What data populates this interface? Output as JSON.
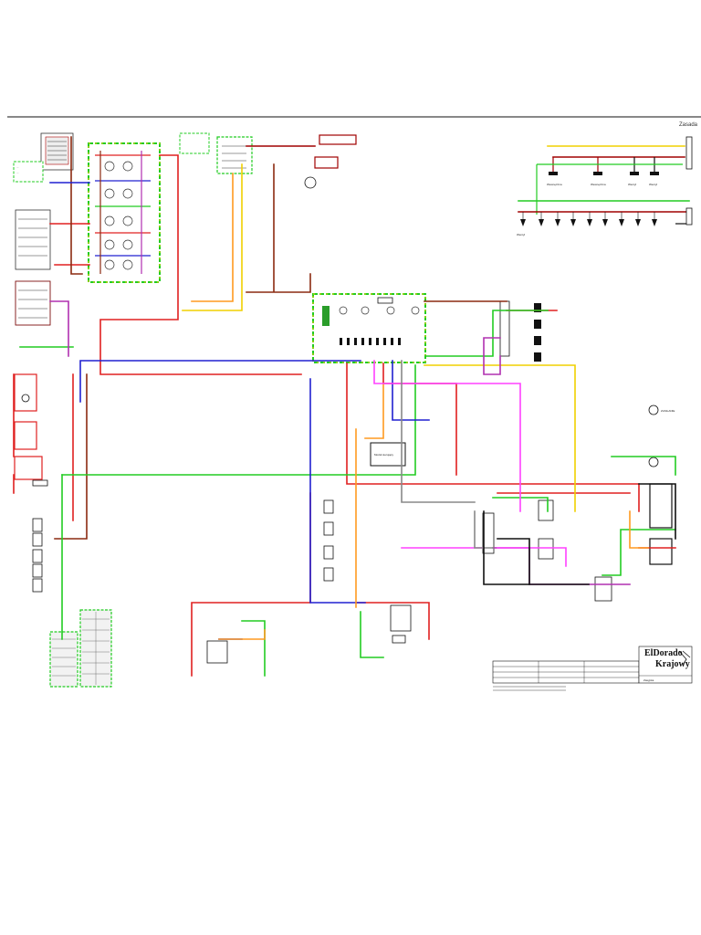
{
  "header": {
    "corner_label": "Zasada"
  },
  "title_block": {
    "brand_line1": "ElDorado",
    "brand_line2": "Krajowy",
    "drawing_name": "Zasypka"
  },
  "labels": {
    "lamp_a": "Wewnętrzna",
    "lamp_b": "Wewnętrzna",
    "lamp_c": "Wentyl",
    "lamp_d": "Wentyl",
    "bottom_lamp": "Wentyl",
    "center_module": "Moduł sterujący",
    "right_label": "ZASILANIE"
  },
  "colors": {
    "red": "#e02020",
    "green": "#22cc22",
    "blue": "#2020d0",
    "yellow": "#f0d000",
    "orange": "#ff9a20",
    "violet": "#b030b0",
    "magenta": "#ff40ff",
    "brown": "#8b2a10",
    "grey": "#888888",
    "black": "#111111",
    "darkred": "#a00000"
  }
}
